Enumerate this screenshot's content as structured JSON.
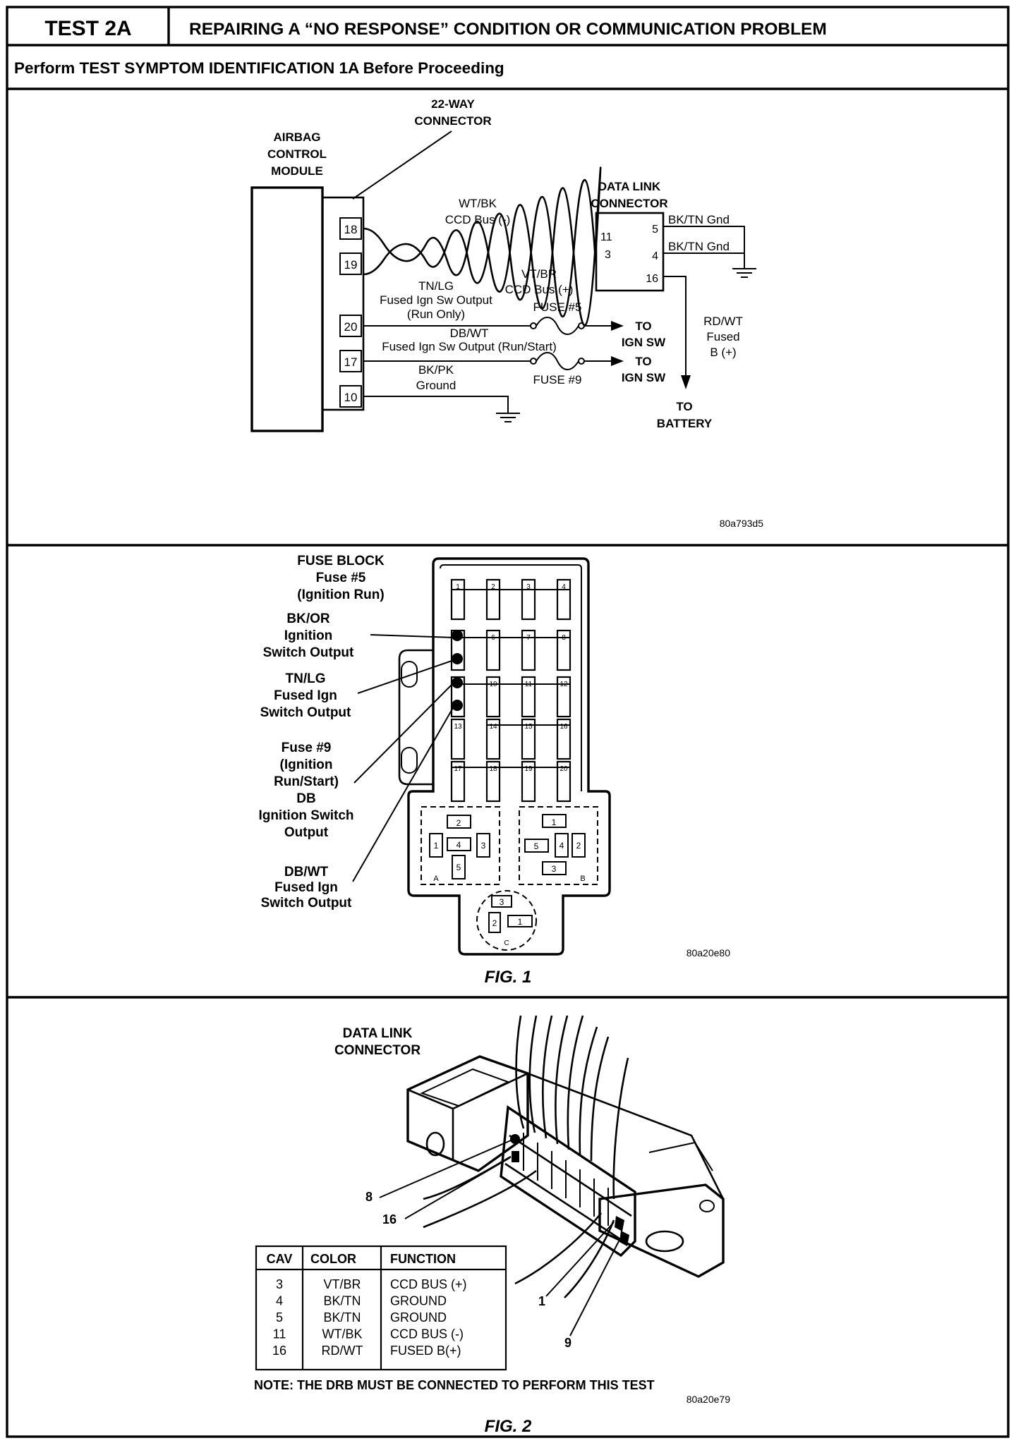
{
  "header": {
    "test_id": "TEST 2A",
    "title": "REPAIRING A “NO RESPONSE” CONDITION OR COMMUNICATION PROBLEM",
    "subtitle": "Perform TEST SYMPTOM IDENTIFICATION 1A Before Proceeding"
  },
  "wiring": {
    "connector_22way": [
      "22-WAY",
      "CONNECTOR"
    ],
    "module": [
      "AIRBAG",
      "CONTROL",
      "MODULE"
    ],
    "dlc": [
      "DATA LINK",
      "CONNECTOR"
    ],
    "pins": [
      "18",
      "19",
      "20",
      "17",
      "10"
    ],
    "dlc_pins": [
      "11",
      "3",
      "5",
      "4",
      "16"
    ],
    "wire_wtbk": [
      "WT/BK",
      "CCD Bus (-)"
    ],
    "wire_vtbr": [
      "VT/BR",
      "CCD Bus (+)"
    ],
    "wire_tnlg": [
      "TN/LG",
      "Fused Ign Sw Output",
      "(Run Only)"
    ],
    "wire_dbwt": [
      "DB/WT",
      "Fused Ign Sw Output (Run/Start)"
    ],
    "wire_bkpk": [
      "BK/PK",
      "Ground"
    ],
    "gnd1": "BK/TN Gnd",
    "gnd2": "BK/TN Gnd",
    "fuse5": "FUSE #5",
    "fuse9": "FUSE #9",
    "to_ign1": [
      "TO",
      "IGN SW"
    ],
    "to_ign2": [
      "TO",
      "IGN SW"
    ],
    "rdwt": [
      "RD/WT",
      "Fused",
      "B (+)"
    ],
    "to_battery": [
      "TO",
      "BATTERY"
    ],
    "ref": "80a793d5"
  },
  "fig1": {
    "label_fuse_block": [
      "FUSE BLOCK",
      "Fuse #5",
      "(Ignition Run)"
    ],
    "label_bkor": [
      "BK/OR",
      "Ignition",
      "Switch Output"
    ],
    "label_tnlg": [
      "TN/LG",
      "Fused Ign",
      "Switch Output"
    ],
    "label_fuse9": [
      "Fuse #9",
      "(Ignition",
      "Run/Start)",
      "DB",
      "Ignition Switch",
      "Output"
    ],
    "label_dbwt": [
      "DB/WT",
      "Fused Ign",
      "Switch Output"
    ],
    "fuse_numbers": [
      "1",
      "2",
      "3",
      "4",
      "5",
      "6",
      "7",
      "8",
      "9",
      "10",
      "11",
      "12",
      "13",
      "14",
      "15",
      "16",
      "17",
      "18",
      "19",
      "20"
    ],
    "relay_a": [
      "2",
      "1",
      "4",
      "3",
      "5",
      "A"
    ],
    "relay_b": [
      "1",
      "5",
      "4",
      "2",
      "3",
      "B"
    ],
    "relay_c": [
      "3",
      "2",
      "1",
      "C"
    ],
    "ref": "80a20e80",
    "caption": "FIG. 1"
  },
  "fig2": {
    "label_dlc": [
      "DATA LINK",
      "CONNECTOR"
    ],
    "callouts": [
      "8",
      "16",
      "1",
      "9"
    ],
    "table": {
      "headers": [
        "CAV",
        "COLOR",
        "FUNCTION"
      ],
      "rows": [
        [
          "3",
          "VT/BR",
          "CCD BUS (+)"
        ],
        [
          "4",
          "BK/TN",
          "GROUND"
        ],
        [
          "5",
          "BK/TN",
          "GROUND"
        ],
        [
          "11",
          "WT/BK",
          "CCD BUS (-)"
        ],
        [
          "16",
          "RD/WT",
          "FUSED B(+)"
        ]
      ]
    },
    "note": "NOTE: THE DRB MUST BE CONNECTED TO PERFORM THIS TEST",
    "ref": "80a20e79",
    "caption": "FIG. 2"
  }
}
